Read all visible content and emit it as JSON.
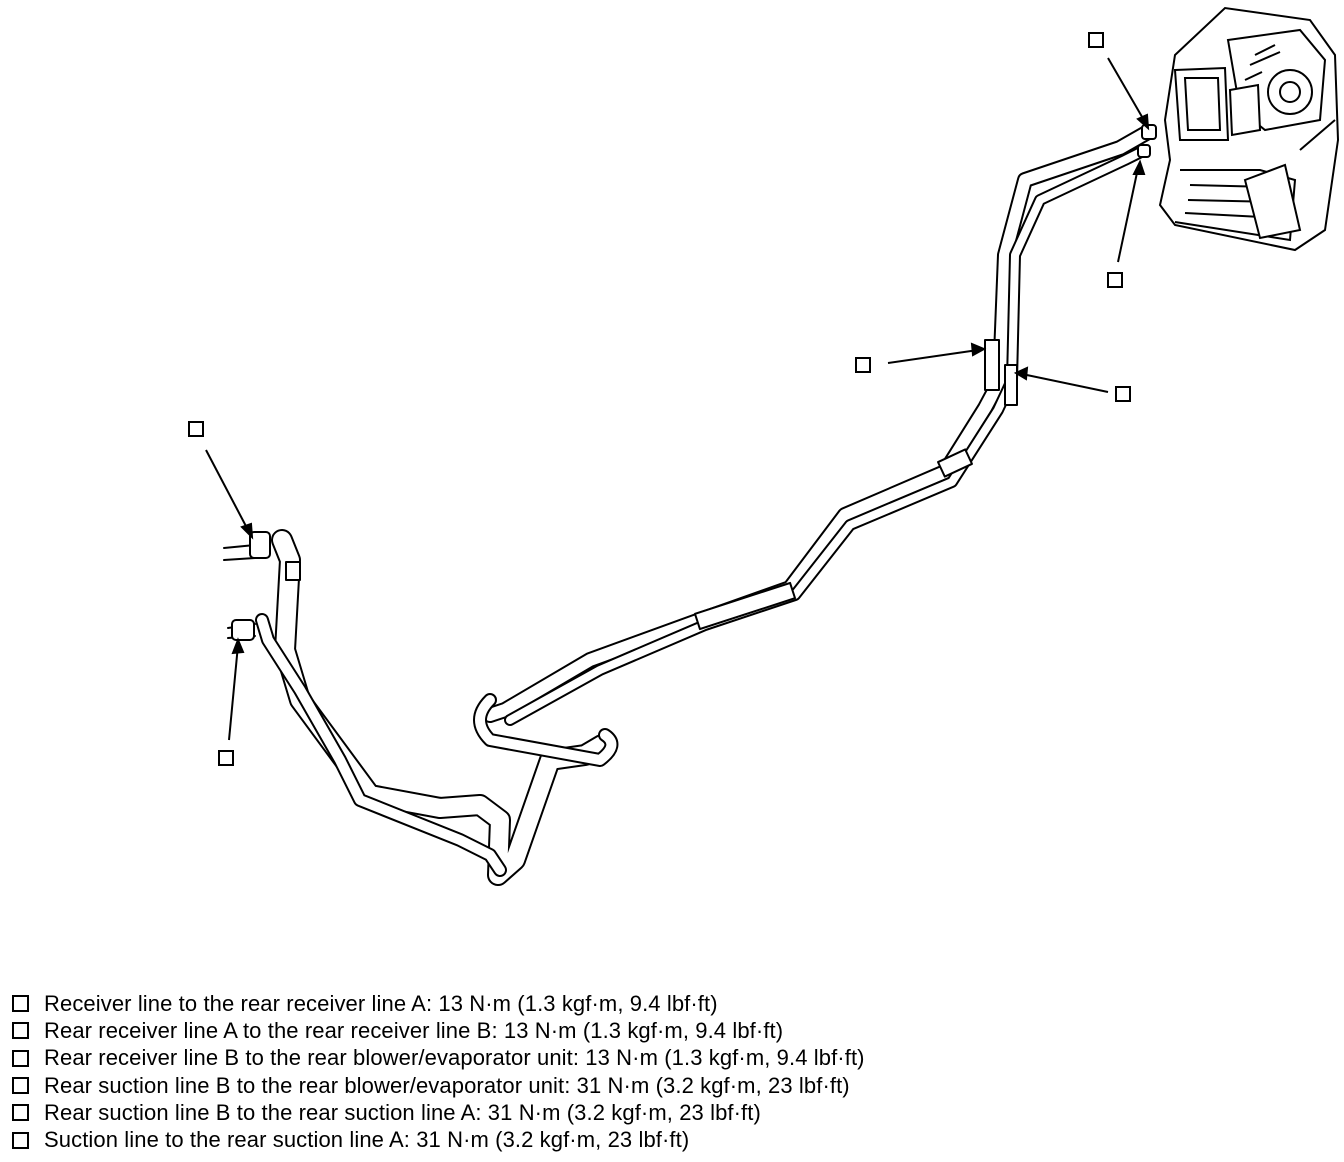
{
  "legend": [
    {
      "text": "Receiver line to the rear receiver line A: 13 N·m (1.3 kgf·m, 9.4 lbf·ft)"
    },
    {
      "text": "Rear receiver line A to the rear receiver line B: 13 N·m (1.3 kgf·m, 9.4 lbf·ft)"
    },
    {
      "text": "Rear receiver line B to the rear blower/evaporator unit: 13 N·m (1.3 kgf·m, 9.4 lbf·ft)"
    },
    {
      "text": "Rear suction line B to the rear blower/evaporator unit: 31 N·m (3.2 kgf·m, 23 lbf·ft)"
    },
    {
      "text": "Rear suction line B to the rear suction line A: 31 N·m (3.2 kgf·m, 23 lbf·ft)"
    },
    {
      "text": "Suction line to the rear suction line A: 31 N·m (3.2 kgf·m, 23 lbf·ft)"
    }
  ]
}
